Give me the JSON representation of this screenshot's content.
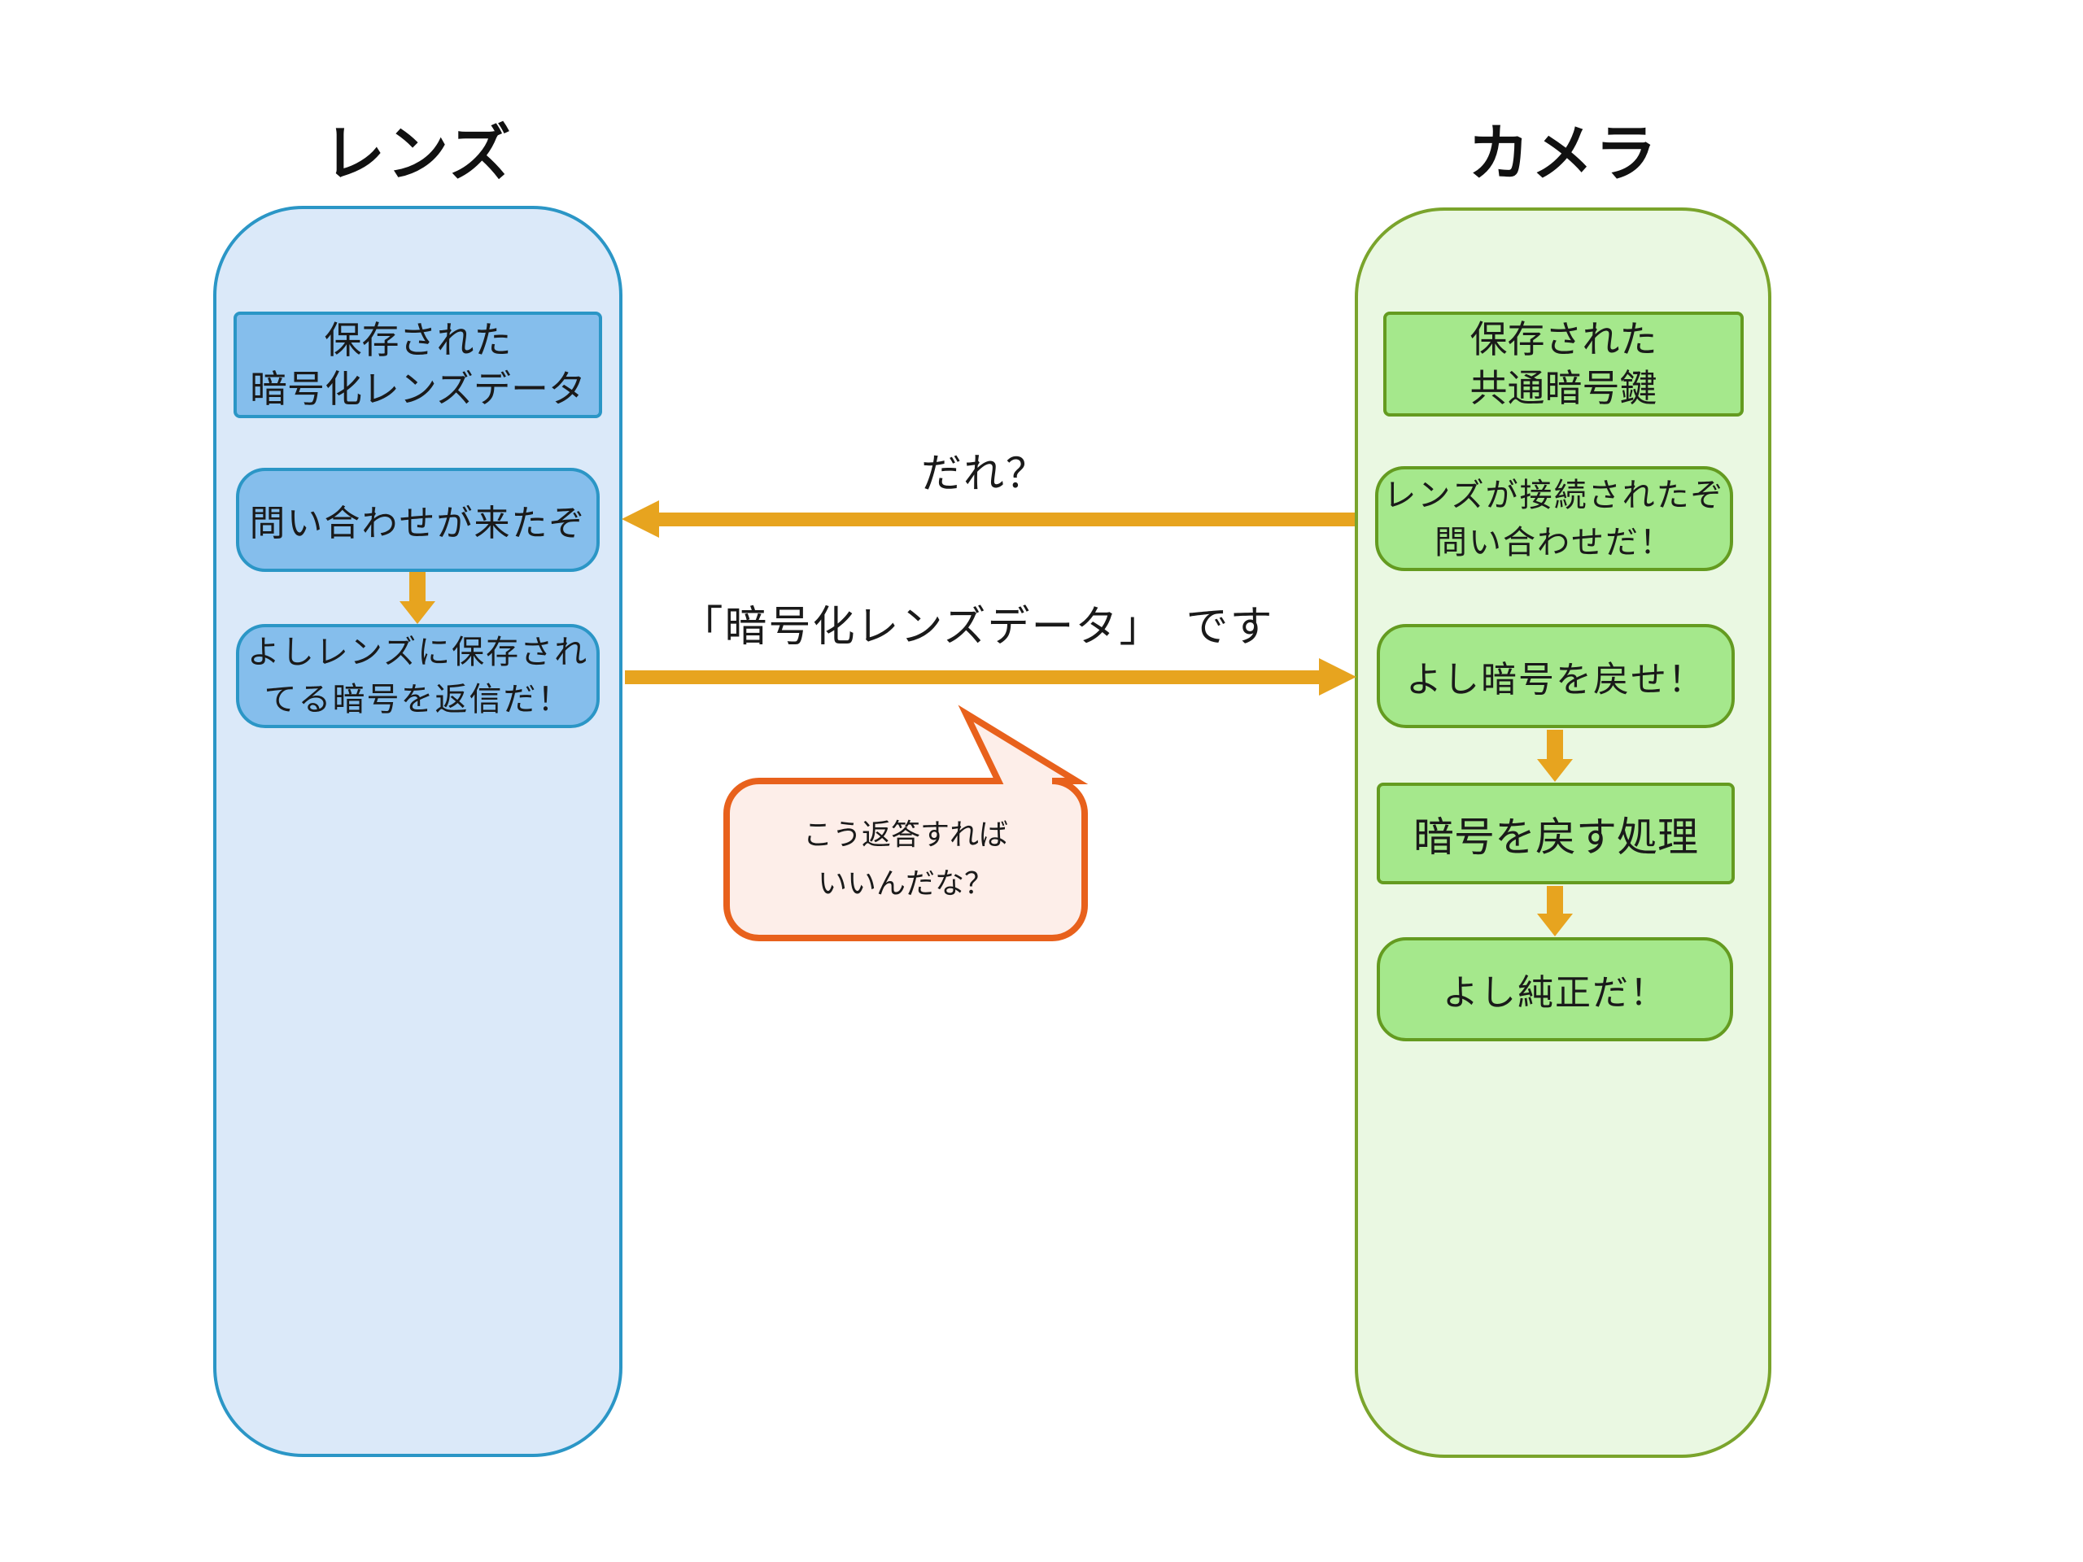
{
  "lens": {
    "title": "レンズ",
    "store": {
      "line1": "保存された",
      "line2": "暗号化レンズデータ"
    },
    "step_query_received": "問い合わせが来たぞ",
    "step_reply": {
      "line1": "よしレンズに保存され",
      "line2": "てる暗号を返信だ！"
    }
  },
  "camera": {
    "title": "カメラ",
    "store": {
      "line1": "保存された",
      "line2": "共通暗号鍵"
    },
    "step_connected": {
      "line1": "レンズが接続されたぞ",
      "line2": "問い合わせだ！"
    },
    "step_restore_cmd": "よし暗号を戻せ！",
    "step_restore_process": "暗号を戻す処理",
    "step_genuine": "よし純正だ！"
  },
  "messages": {
    "query_label": "だれ？",
    "reply_label": "「暗号化レンズデータ」　です"
  },
  "bubble": {
    "line1": "こう返答すれば",
    "line2": "いいんだな？"
  },
  "colors": {
    "background": "#ffffff",
    "text": "#1a1a1a",
    "lane-lens-fill": "#dbe9f9",
    "lane-lens-border": "#2b96c6",
    "box-lens-fill": "#85beec",
    "box-lens-border": "#2b96c6",
    "lane-camera-fill": "#eaf8e2",
    "lane-camera-border": "#7aa42c",
    "box-camera-fill": "#a5e88c",
    "box-camera-border": "#649b20",
    "arrow": "#e7a41f",
    "bubble-fill": "#fdeee9",
    "bubble-border": "#e8611c"
  }
}
